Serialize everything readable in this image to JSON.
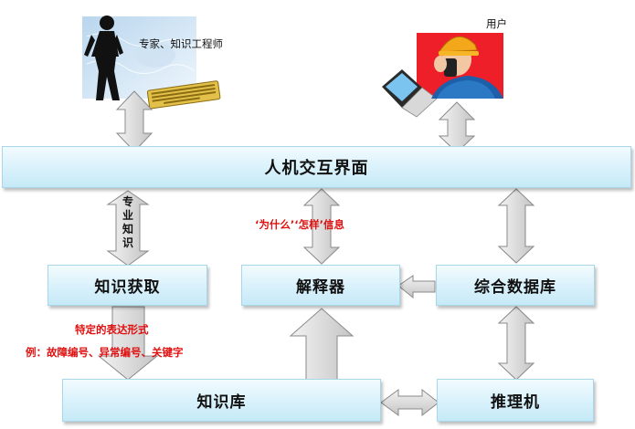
{
  "roles": {
    "expert_label": "专家、知识工程师",
    "user_label": "用户"
  },
  "boxes": {
    "interface": "人机交互界面",
    "acquisition": "知识获取",
    "explainer": "解释器",
    "database": "综合数据库",
    "knowledge_base": "知识库",
    "inference": "推理机"
  },
  "annotations": {
    "expertise": [
      "专",
      "业",
      "知",
      "识"
    ],
    "why_how": "‘为什么’‘怎样’信息",
    "form_title": "特定的表达形式",
    "form_example": "例：故障编号、异常编号、关键字"
  },
  "colors": {
    "box_border": "#a9d7ea",
    "arrow_fill": "#dcdcdc",
    "annotation_red": "#e01010"
  }
}
